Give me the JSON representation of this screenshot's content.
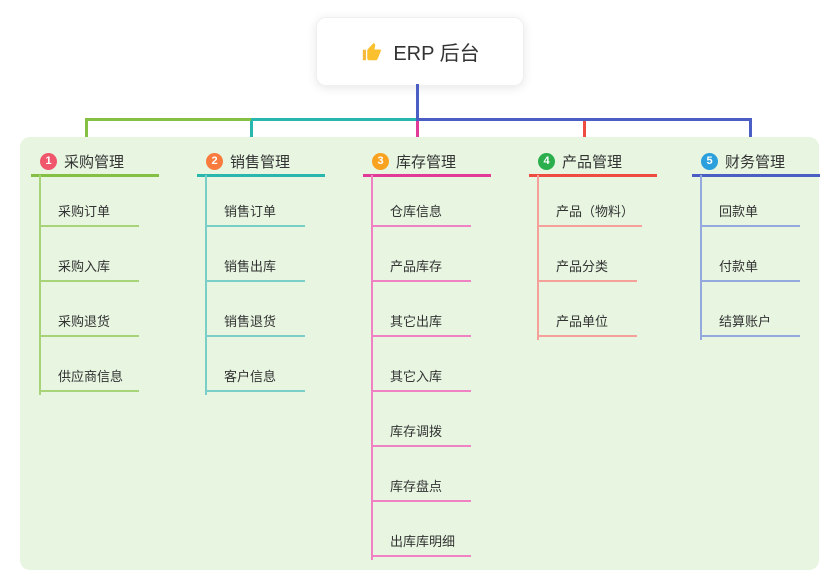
{
  "root": {
    "label": "ERP 后台",
    "icon": "thumbs-up-icon"
  },
  "colors": {
    "canvas_bg": "#ffffff",
    "panel_bg": "#e7f5e1",
    "root_trunk": "#4a5ec4",
    "text": "#333333"
  },
  "branches": [
    {
      "num": "1",
      "label": "采购管理",
      "badge_color": "#f0566c",
      "line_color": "#84c043",
      "light_color": "#a9d378",
      "children": [
        "采购订单",
        "采购入库",
        "采购退货",
        "供应商信息"
      ]
    },
    {
      "num": "2",
      "label": "销售管理",
      "badge_color": "#f97b3d",
      "line_color": "#29b6ad",
      "light_color": "#79cfc8",
      "children": [
        "销售订单",
        "销售出库",
        "销售退货",
        "客户信息"
      ]
    },
    {
      "num": "3",
      "label": "库存管理",
      "badge_color": "#f9a21f",
      "line_color": "#e23a97",
      "light_color": "#ef82c3",
      "children": [
        "仓库信息",
        "产品库存",
        "其它出库",
        "其它入库",
        "库存调拨",
        "库存盘点",
        "出库库明细"
      ]
    },
    {
      "num": "4",
      "label": "产品管理",
      "badge_color": "#2baf4d",
      "line_color": "#ee4c41",
      "light_color": "#f5a09a",
      "children": [
        "产品（物料）",
        "产品分类",
        "产品单位"
      ]
    },
    {
      "num": "5",
      "label": "财务管理",
      "badge_color": "#2ba0dc",
      "line_color": "#4a5ec4",
      "light_color": "#96a9de",
      "children": [
        "回款单",
        "付款单",
        "结算账户"
      ]
    }
  ]
}
